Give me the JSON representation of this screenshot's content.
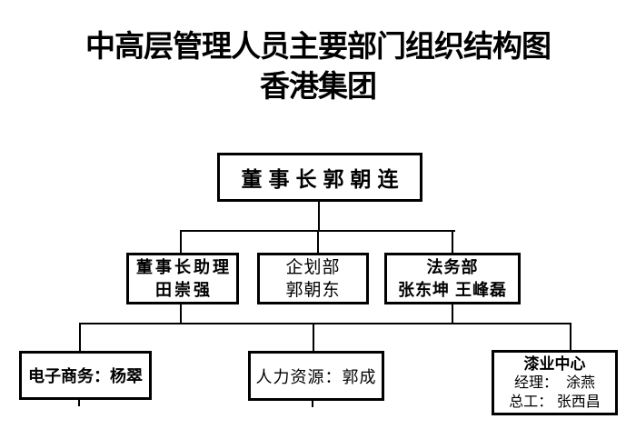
{
  "title": {
    "line1": "中高层管理人员主要部门组织结构图",
    "line2": "香港集团"
  },
  "colors": {
    "line": "#000000",
    "border": "#000000",
    "background": "#ffffff",
    "text": "#000000"
  },
  "nodes": {
    "chairman": {
      "line1": "董事长郭朝连"
    },
    "assistant": {
      "line1": "董事长助理",
      "line2": "田崇强"
    },
    "planning": {
      "line1": "企划部",
      "line2": "郭朝东"
    },
    "legal": {
      "line1": "法务部",
      "line2": "张东坤 王峰磊"
    },
    "ecommerce": {
      "line1": "电子商务：杨翠"
    },
    "hr": {
      "line1": "人力资源：郭成"
    },
    "paint": {
      "line1": "漆业中心",
      "line2": "经理：  涂燕",
      "line3": "总工： 张西昌"
    }
  }
}
